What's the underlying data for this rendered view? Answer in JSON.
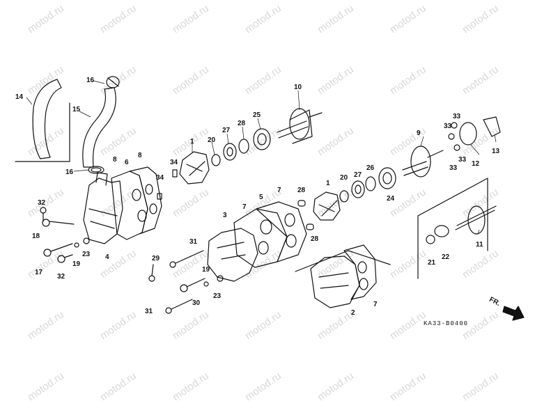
{
  "labels": {
    "l14": "14",
    "l16a": "16",
    "l15": "15",
    "l16b": "16",
    "l10": "10",
    "l25": "25",
    "l28a": "28",
    "l27a": "27",
    "l20a": "20",
    "l1a": "1",
    "l34a": "34",
    "l34b": "34",
    "l8a": "8",
    "l8b": "8",
    "l6": "6",
    "l32a": "32",
    "l18": "18",
    "l17": "17",
    "l32b": "32",
    "l19a": "19",
    "l23a": "23",
    "l4": "4",
    "l3": "3",
    "l5": "5",
    "l7a": "7",
    "l7b": "7",
    "l28b": "28",
    "l28c": "28",
    "l1b": "1",
    "l20b": "20",
    "l27b": "27",
    "l26": "26",
    "l24": "24",
    "l9": "9",
    "l33a": "33",
    "l33b": "33",
    "l33c": "33",
    "l33d": "33",
    "l12": "12",
    "l13": "13",
    "l11": "11",
    "l21": "21",
    "l22": "22",
    "l29": "29",
    "l31a": "31",
    "l19b": "19",
    "l30": "30",
    "l23b": "23",
    "l31b": "31",
    "l2": "2",
    "l7c": "7"
  },
  "drawing_code": "KA33-B0400",
  "direction_label": "FR.",
  "watermark": "motod.ru"
}
